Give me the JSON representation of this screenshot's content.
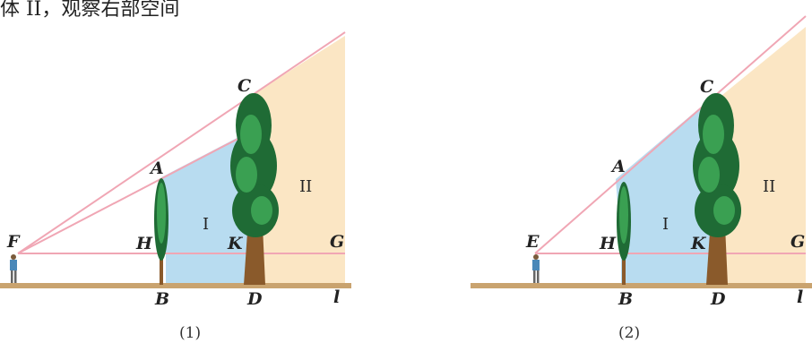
{
  "header_text": "体 II，观察右部空间",
  "figures": [
    {
      "caption": "(1)",
      "points": {
        "F": "F",
        "H": "H",
        "K": "K",
        "G": "G",
        "A": "A",
        "C": "C",
        "B": "B",
        "D": "D",
        "l": "l"
      },
      "regions": {
        "I": "I",
        "II": "II"
      }
    },
    {
      "caption": "(2)",
      "points": {
        "E": "E",
        "H": "H",
        "K": "K",
        "G": "G",
        "A": "A",
        "C": "C",
        "B": "B",
        "D": "D",
        "l": "l"
      },
      "regions": {
        "I": "I",
        "II": "II"
      }
    }
  ],
  "colors": {
    "region_I": "#b8dcf0",
    "region_II": "#fbe6c4",
    "sight_line": "#f0a6b4",
    "ground": "#c9a36f",
    "tree_dark": "#1f6b35",
    "tree_light": "#3aa052",
    "trunk": "#8a5a2b"
  }
}
